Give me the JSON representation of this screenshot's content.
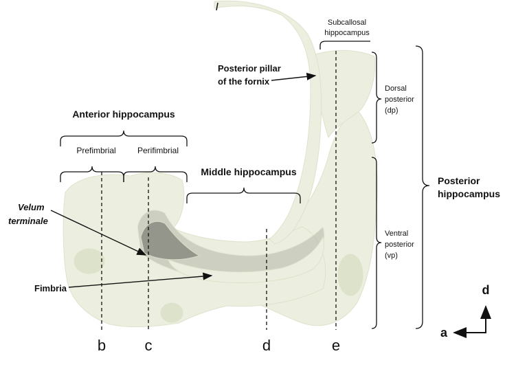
{
  "labels": {
    "anterior": "Anterior hippocampus",
    "prefimbrial": "Prefimbrial",
    "perifimbrial": "Perifimbrial",
    "middle": "Middle hippocampus",
    "velum_line1": "Velum",
    "velum_line2": "terminale",
    "fimbria": "Fimbria",
    "pillar_line1": "Posterior pillar",
    "pillar_line2": "of the fornix",
    "subcallosal_line1": "Subcallosal",
    "subcallosal_line2": "hippocampus",
    "dorsal_line1": "Dorsal",
    "dorsal_line2": "posterior",
    "dorsal_line3": "(dp)",
    "ventral_line1": "Ventral",
    "ventral_line2": "posterior",
    "ventral_line3": "(vp)",
    "posterior_line1": "Posterior",
    "posterior_line2": "hippocampus"
  },
  "sections": [
    "b",
    "c",
    "d",
    "e"
  ],
  "orientation": {
    "up": "d",
    "left": "a"
  },
  "colors": {
    "tissue": "#ecefdf",
    "tissue_mid": "#dde2cb",
    "tissue_shadow": "#b5b8aa",
    "tissue_dark": "#7d7e76",
    "ink": "#111111"
  }
}
